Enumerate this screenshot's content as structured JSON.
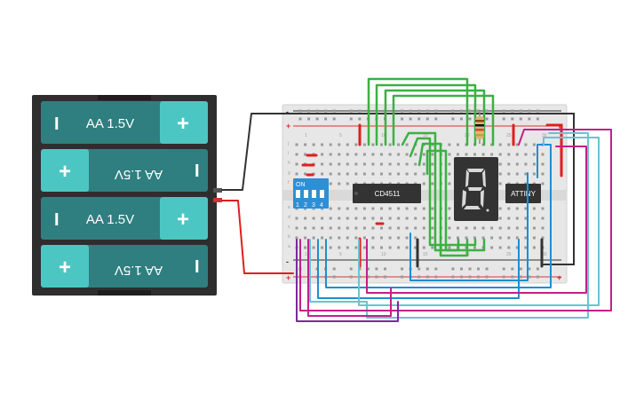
{
  "battery_pack": {
    "cells": [
      {
        "label": "AA 1.5V",
        "flipped": false
      },
      {
        "label": "AA 1.5V",
        "flipped": true
      },
      {
        "label": "AA 1.5V",
        "flipped": false
      },
      {
        "label": "AA 1.5V",
        "flipped": true
      }
    ],
    "plus_glyph": "+",
    "minus_glyph": "I"
  },
  "breadboard": {
    "rail_plus": "+",
    "rail_minus": "-",
    "row_letters_top": [
      "j",
      "i",
      "h",
      "g",
      "f"
    ],
    "row_letters_bottom": [
      "e",
      "d",
      "c",
      "b",
      "a"
    ],
    "column_numbers_top": [
      "1",
      "5",
      "10",
      "15",
      "20",
      "25",
      "30"
    ],
    "column_numbers_bottom": [
      "1",
      "5",
      "10",
      "15",
      "20",
      "25",
      "30"
    ]
  },
  "dip_switch": {
    "on_label": "ON",
    "positions": [
      "1",
      "2",
      "3",
      "4"
    ]
  },
  "decoder_chip": {
    "label": "CD4511"
  },
  "mcu_chip": {
    "label": "ATTINY"
  },
  "seven_segment": {
    "digit": "8"
  },
  "colors": {
    "battery_case": "#2e2e2e",
    "battery_cell": "#2f7f80",
    "battery_cap": "#4cc6c2",
    "board": "#e7e7e7",
    "wire_green": "#3cb043",
    "wire_black": "#333333",
    "wire_red": "#e01e1e",
    "wire_blue": "#1f8ed0",
    "wire_cyan": "#6ac3d4",
    "wire_magenta": "#c2208a",
    "wire_purple": "#7a2a9a",
    "chip": "#333333",
    "dip_body": "#2f8fd6"
  }
}
